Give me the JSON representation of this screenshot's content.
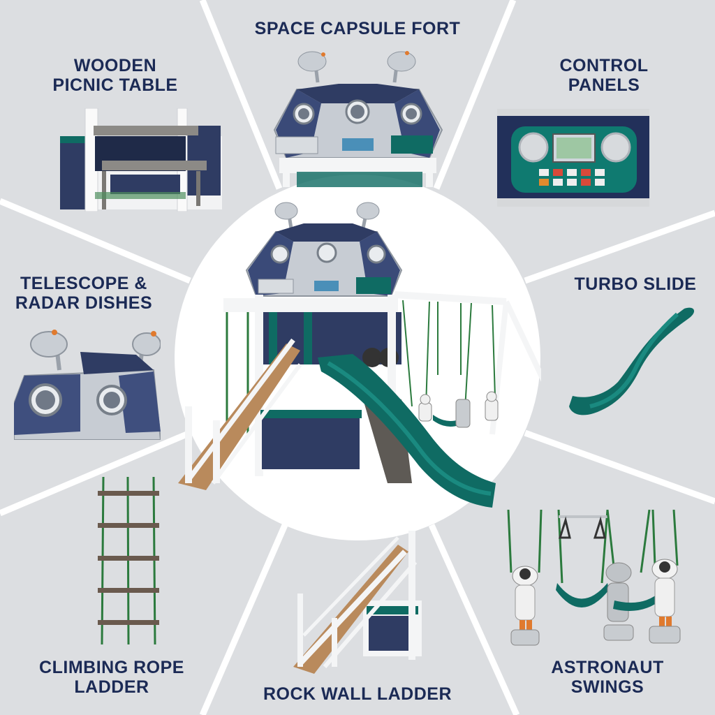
{
  "colors": {
    "background": "#dcdee1",
    "label_text": "#1b2a55",
    "accent_green": "#0f6b63",
    "navy": "#2f3c63",
    "capsule_grey": "#c7ccd3",
    "wood": "#b98a5c"
  },
  "center": {
    "icon": "space-playset-photo"
  },
  "labels": {
    "space_capsule_fort": "SPACE CAPSULE FORT",
    "wooden_picnic_table": [
      "WOODEN",
      "PICNIC TABLE"
    ],
    "control_panels": [
      "CONTROL",
      "PANELS"
    ],
    "telescope_radar": [
      "TELESCOPE &",
      "RADAR DISHES"
    ],
    "turbo_slide": "TURBO SLIDE",
    "climbing_rope_ladder": [
      "CLIMBING ROPE",
      "LADDER"
    ],
    "rock_wall_ladder": "ROCK WALL LADDER",
    "astronaut_swings": [
      "ASTRONAUT",
      "SWINGS"
    ]
  }
}
